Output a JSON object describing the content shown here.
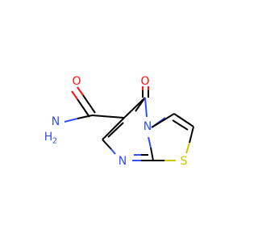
{
  "molecule": {
    "atoms": {
      "o_amide": "O",
      "n_amide": "N",
      "h2_amide": "H",
      "sub2_amide": "2",
      "o_ketone": "O",
      "n_ring": "N",
      "n_fused": "N",
      "s_ring": "S"
    },
    "colors": {
      "carbon_bond": "#000000",
      "oxygen": "#ff0d0d",
      "nitrogen": "#3050f8",
      "sulfur": "#c8c800"
    }
  }
}
